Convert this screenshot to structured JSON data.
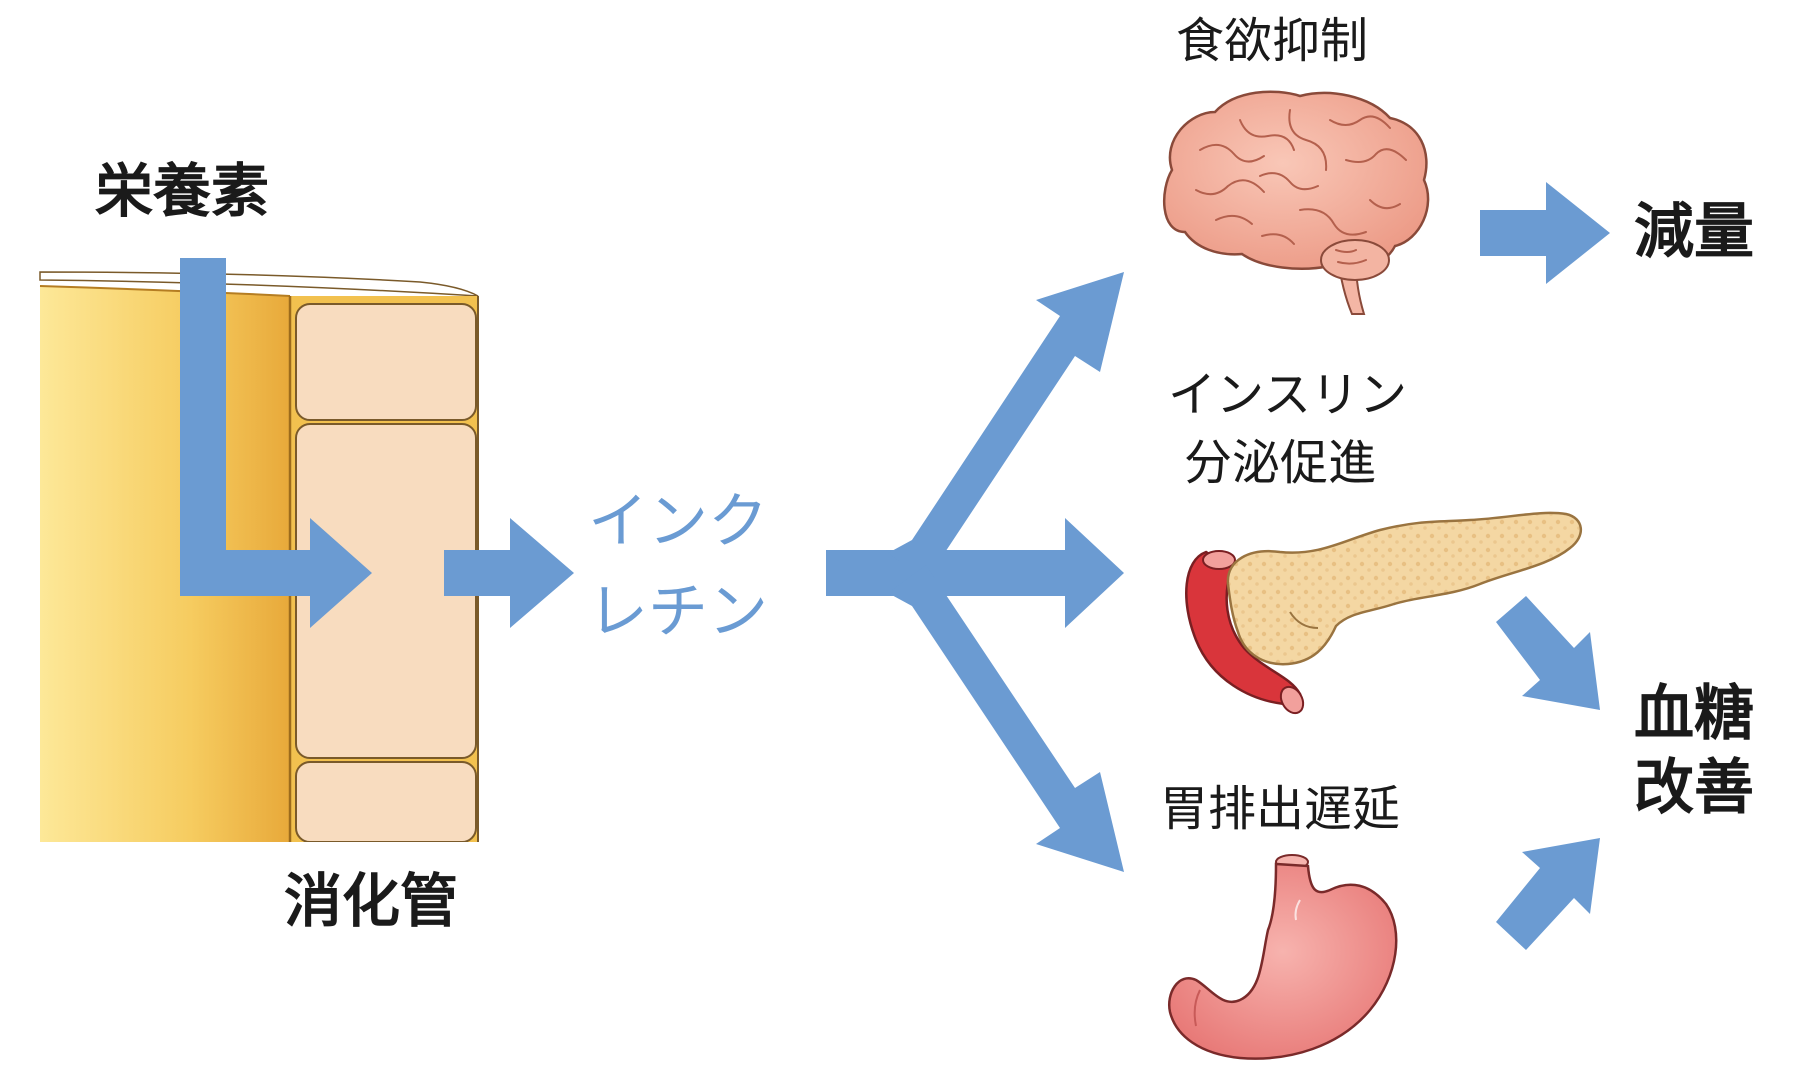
{
  "labels": {
    "nutrients": "栄養素",
    "digestive_tract": "消化管",
    "incretin": "インクレチン",
    "incretin_line1": "インク",
    "incretin_line2": "レチン",
    "appetite_suppression": "食欲抑制",
    "insulin_secretion_line1": "インスリン",
    "insulin_secretion_line2": "分泌促進",
    "gastric_emptying_delay": "胃排出遅延",
    "weight_loss": "減量",
    "blood_glucose_line1": "血糖",
    "blood_glucose_line2": "改善"
  },
  "colors": {
    "arrow": "#6b9bd2",
    "incretin_text": "#6a9bd3",
    "tract_outer": "#f2c14f",
    "tract_cells": "#f8dcbf",
    "brain": "#f1a995",
    "pancreas": "#f3d29b",
    "stomach": "#ef8a88",
    "duodenum": "#d9353b"
  },
  "icons": [
    "brain-icon",
    "pancreas-icon",
    "stomach-icon"
  ]
}
